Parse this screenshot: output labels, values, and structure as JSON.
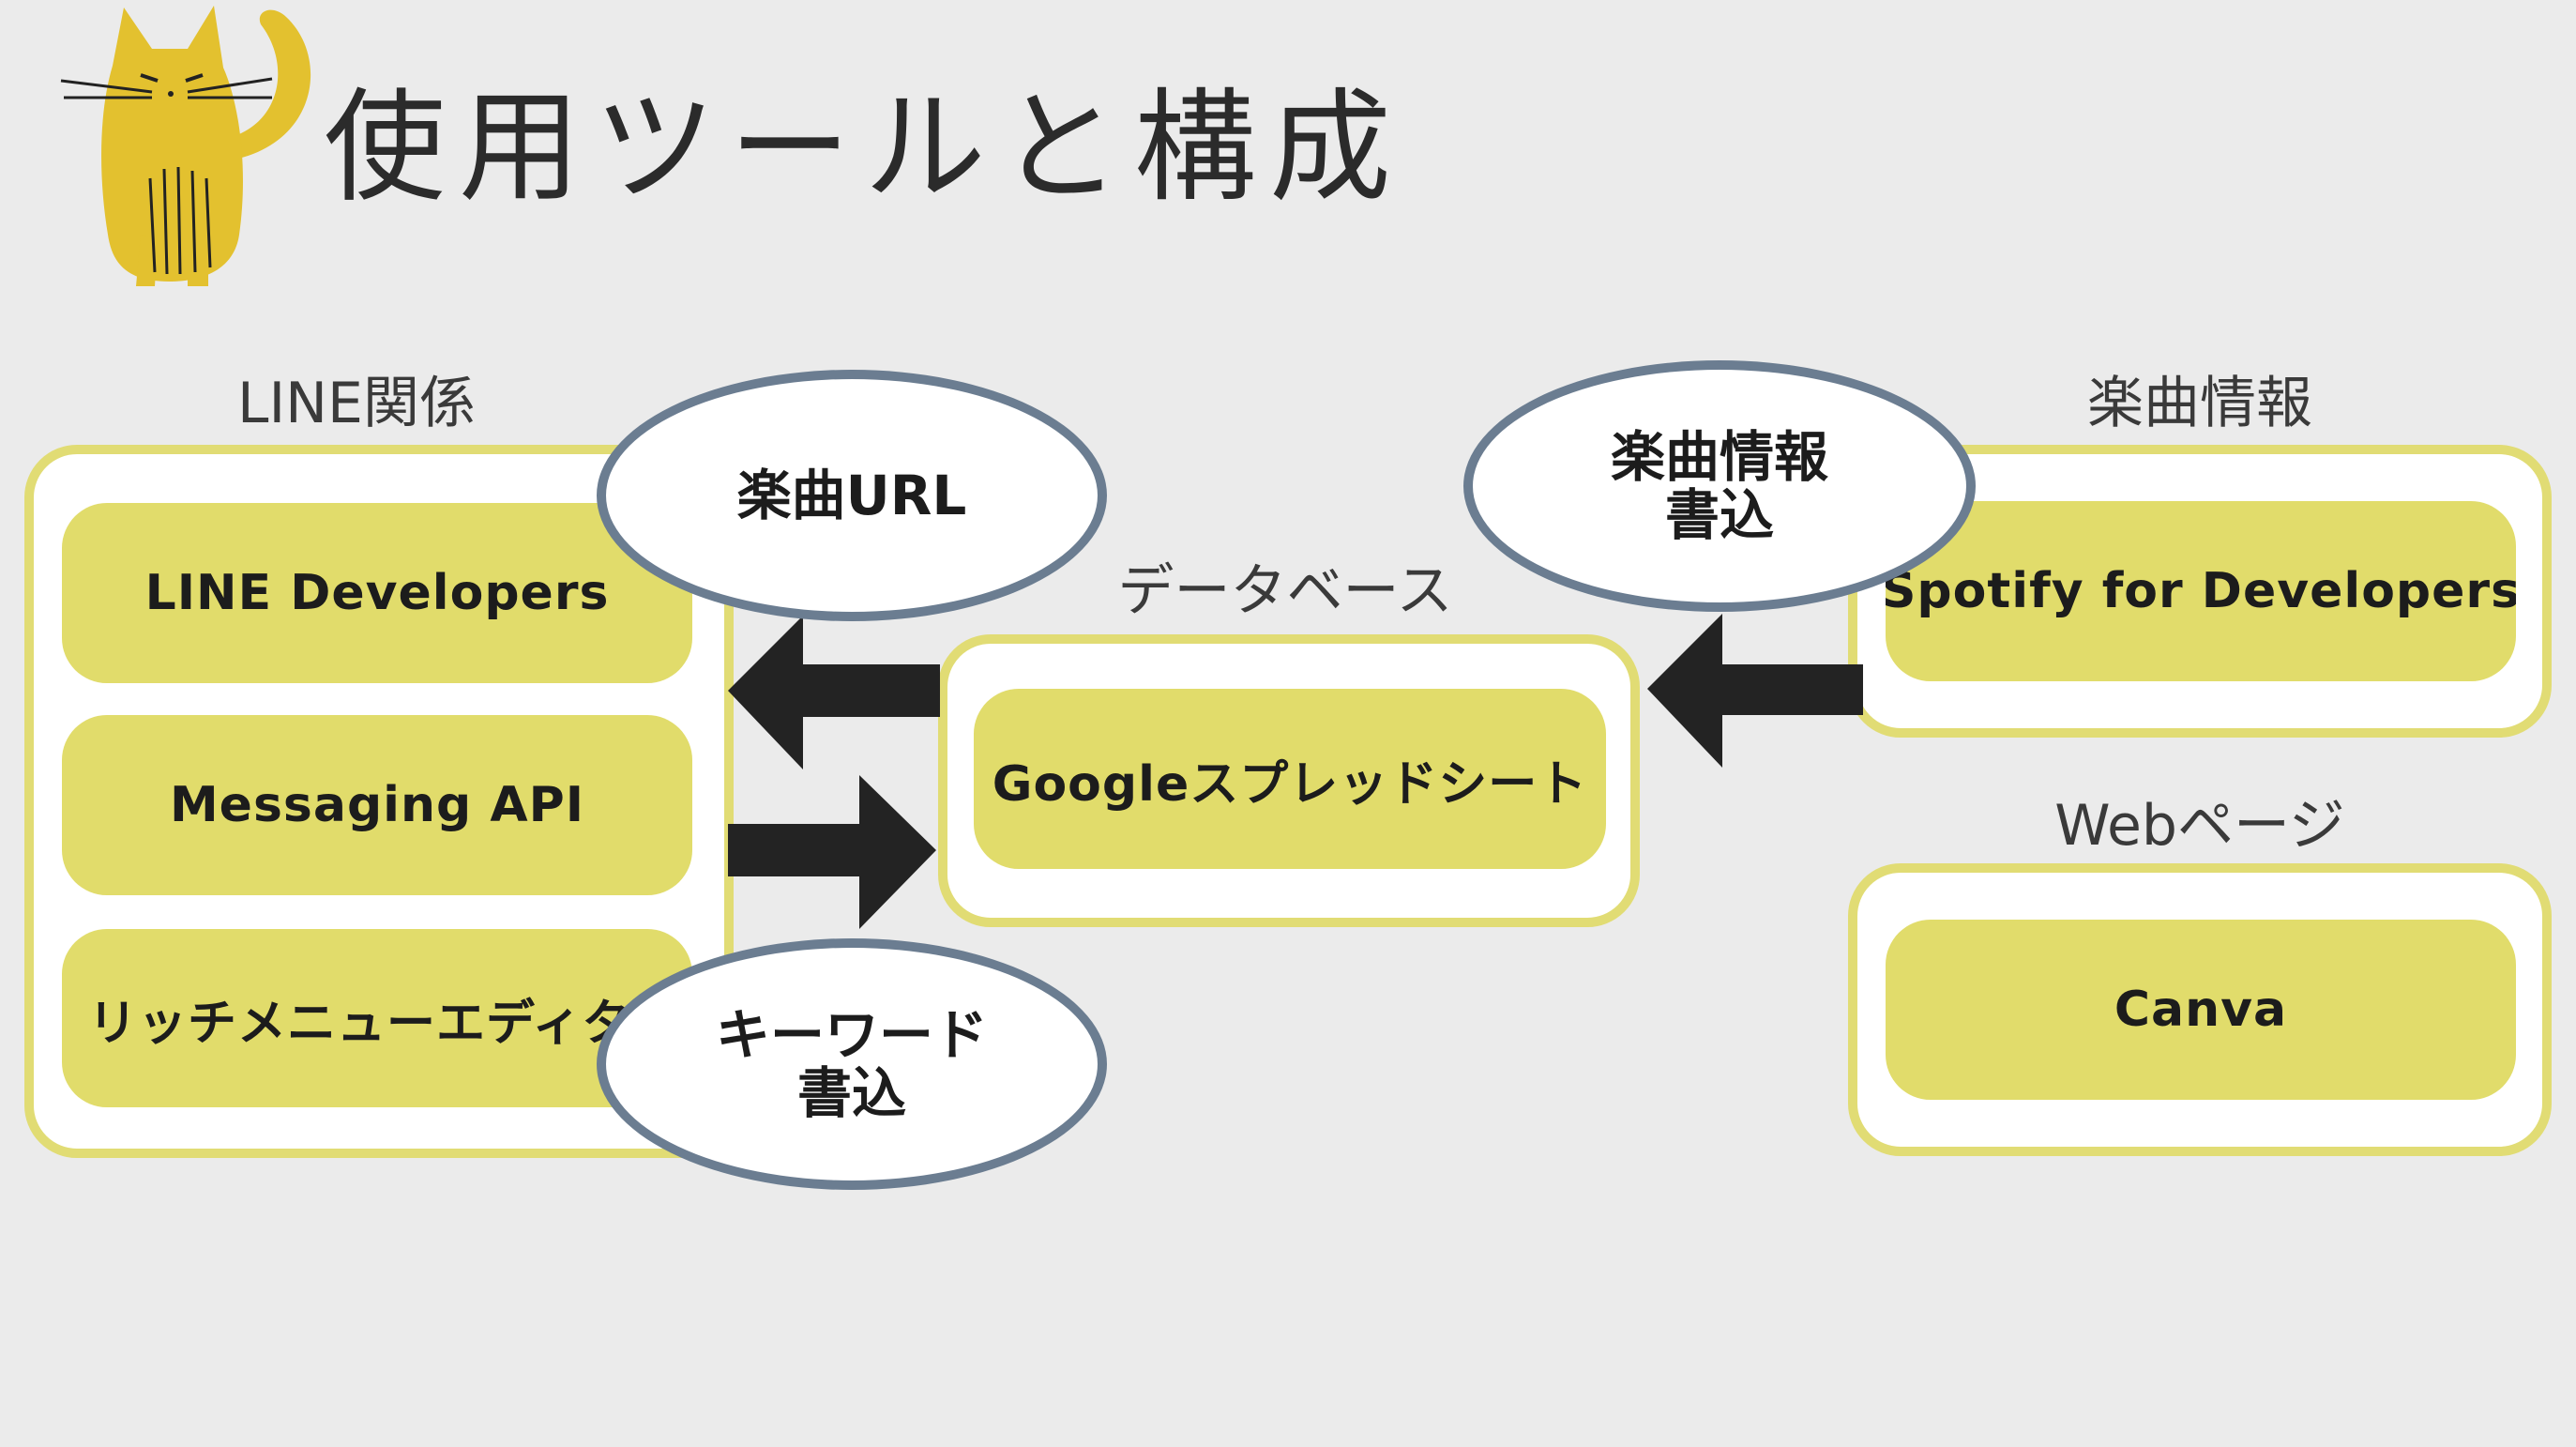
{
  "title": "使用ツールと構成",
  "groups": {
    "line": {
      "label": "LINE関係",
      "items": [
        "LINE Developers",
        "Messaging API",
        "リッチメニューエディター"
      ]
    },
    "database": {
      "label": "データベース",
      "items": [
        "Googleスプレッドシート"
      ]
    },
    "music": {
      "label": "楽曲情報",
      "items": [
        "Spotify for Developers"
      ]
    },
    "web": {
      "label": "Webページ",
      "items": [
        "Canva"
      ]
    }
  },
  "flows": {
    "music_url": {
      "line1": "楽曲URL",
      "line2": ""
    },
    "music_info_write": {
      "line1": "楽曲情報",
      "line2": "書込"
    },
    "keyword_write": {
      "line1": "キーワード",
      "line2": "書込"
    }
  },
  "colors": {
    "background": "#ebebeb",
    "accent_yellow": "#e1dc6b",
    "panel_border": "#e1dc74",
    "ellipse_border": "#6b7d91",
    "arrow": "#232323",
    "cat": "#e3c12f"
  }
}
